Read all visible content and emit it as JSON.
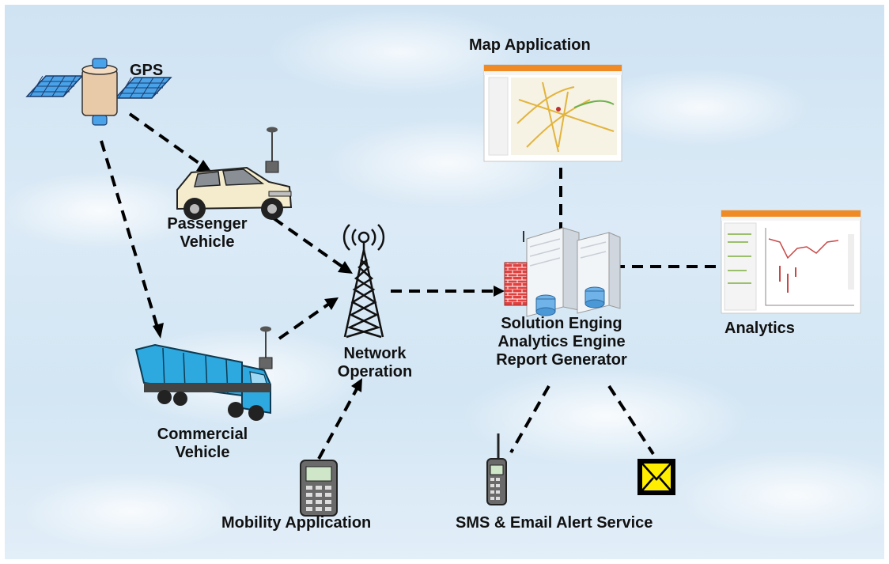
{
  "nodes": {
    "gps": {
      "label": "GPS"
    },
    "map_application": {
      "label": "Map Application"
    },
    "passenger_vehicle": {
      "label_line1": "Passenger",
      "label_line2": "Vehicle"
    },
    "network_operation": {
      "label_line1": "Network",
      "label_line2": "Operation"
    },
    "server": {
      "label_line1": "Solution Enging",
      "label_line2": "Analytics Engine",
      "label_line3": "Report Generator"
    },
    "analytics": {
      "label": "Analytics"
    },
    "commercial_vehicle": {
      "label_line1": "Commercial",
      "label_line2": "Vehicle"
    },
    "mobility_application": {
      "label": "Mobility Application"
    },
    "sms_email_alert": {
      "label": "SMS & Email Alert Service"
    }
  },
  "colors": {
    "sky": "#d3e6f4",
    "connector": "#000000",
    "satellite_panel": "#4aa3e8",
    "truck": "#2ea9e0",
    "car": "#f4eccc",
    "server_body": "#eef2f6",
    "firewall": "#e0413f",
    "app_header": "#f08a24",
    "envelope_bg": "#ffee00"
  },
  "icons": [
    "satellite-icon",
    "antenna-icon",
    "car-icon",
    "truck-icon",
    "cell-tower-icon",
    "server-icon",
    "firewall-icon",
    "screenshot-icon",
    "mobile-phone-icon",
    "envelope-icon"
  ]
}
